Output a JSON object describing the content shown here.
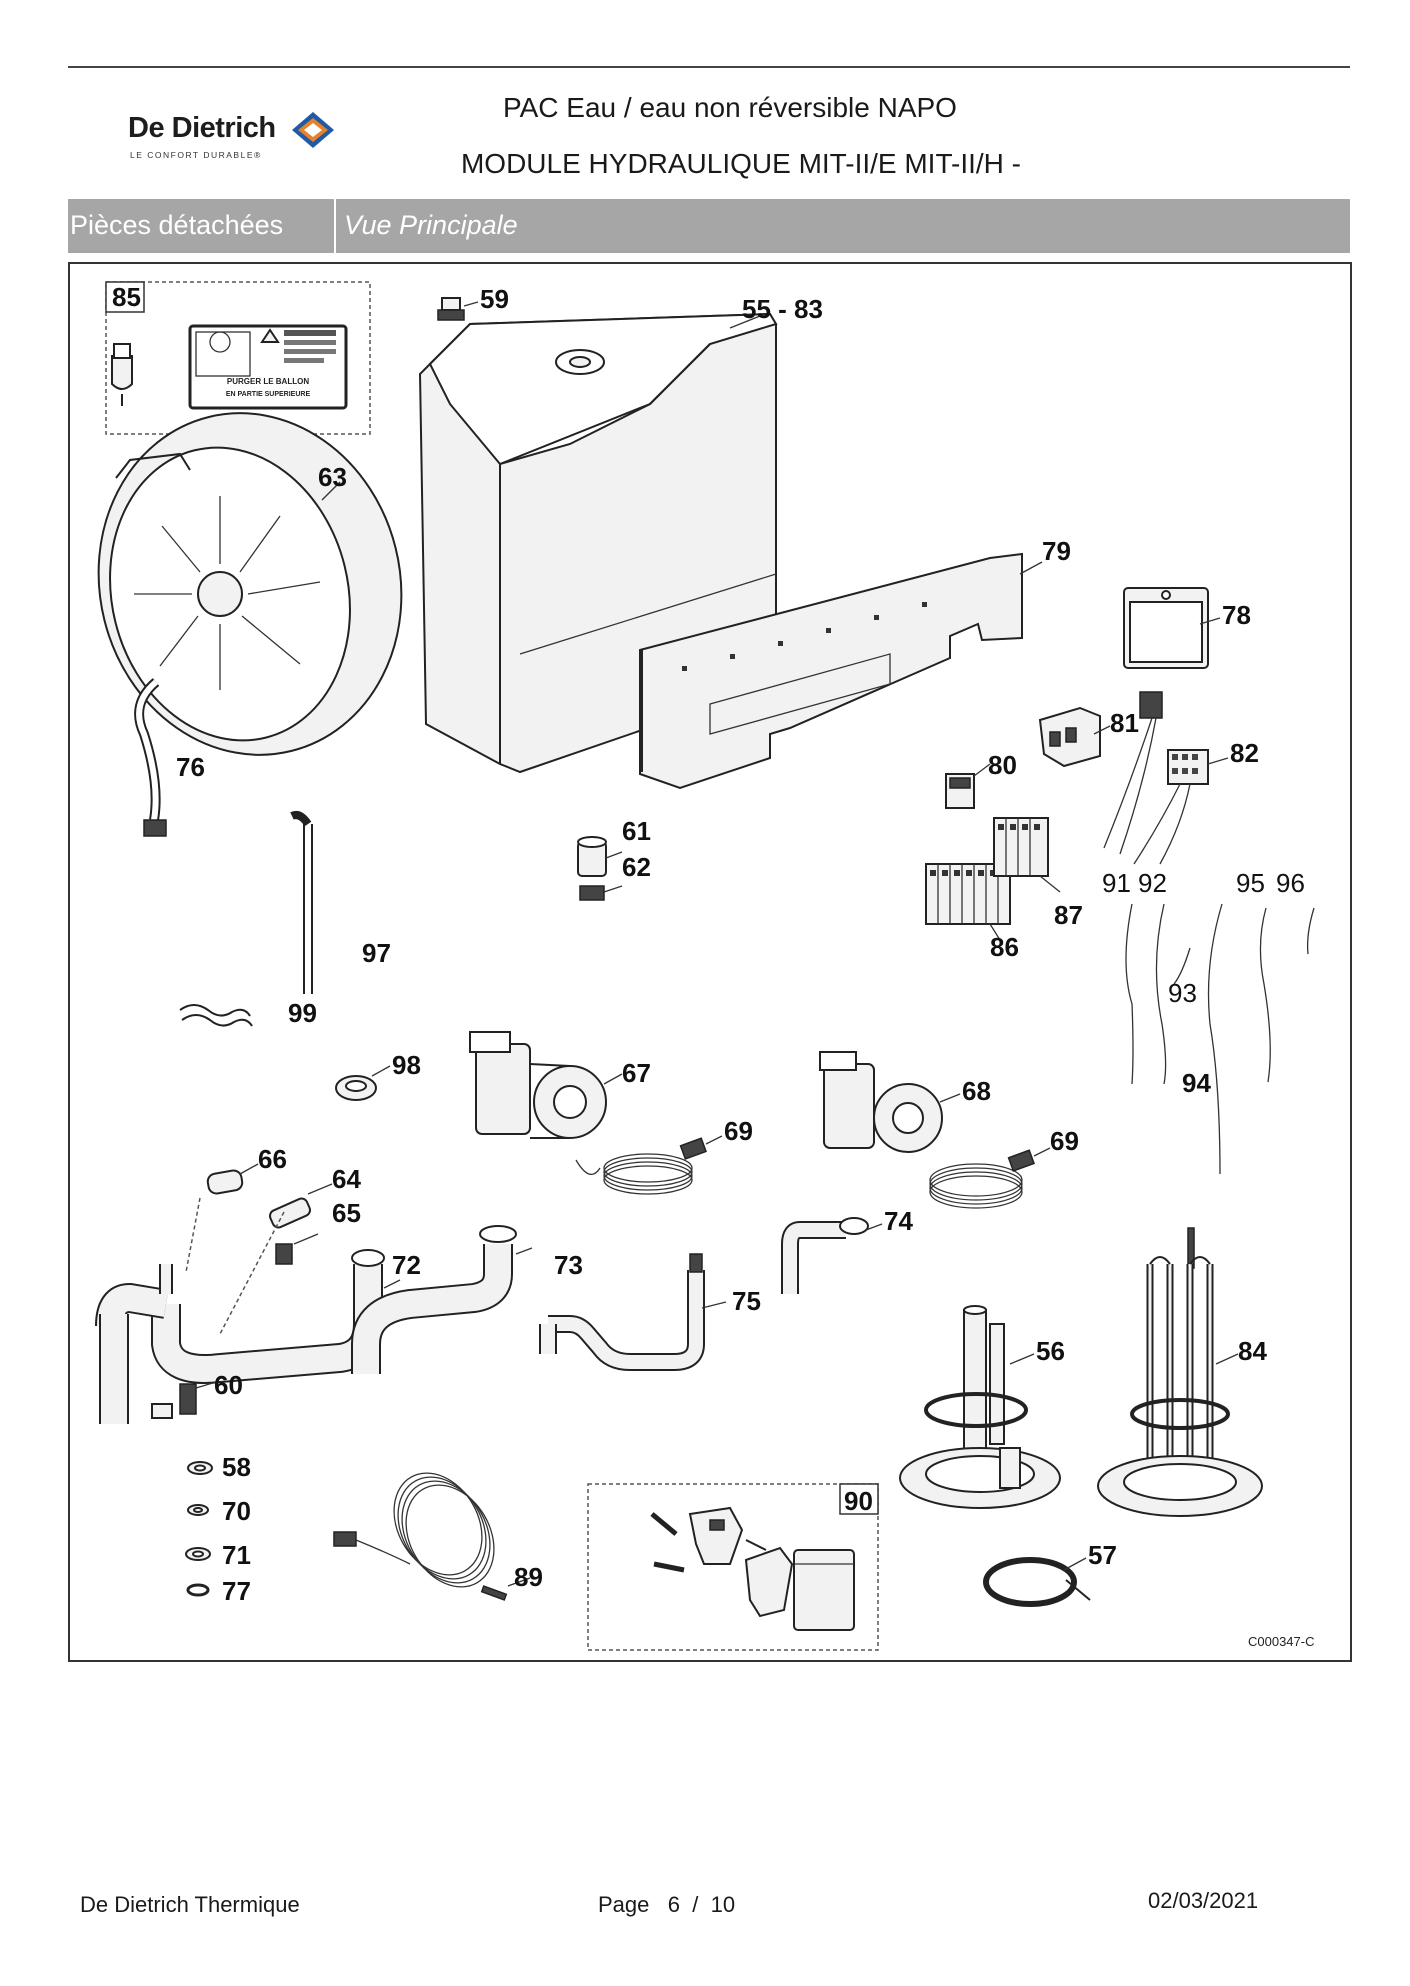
{
  "header": {
    "brand_name": "De Dietrich",
    "brand_tagline": "LE CONFORT DURABLE®",
    "title_line1": "PAC Eau / eau non réversible NAPO",
    "title_line2": "MODULE HYDRAULIQUE MIT-II/E  MIT-II/H -"
  },
  "section": {
    "category": "Pièces détachées",
    "view": "Vue Principale"
  },
  "diagram": {
    "reference": "C000347-C",
    "callouts": [
      "85",
      "59",
      "55 - 83",
      "63",
      "79",
      "78",
      "81",
      "82",
      "76",
      "80",
      "61",
      "62",
      "97",
      "86",
      "87",
      "91",
      "92",
      "95",
      "96",
      "93",
      "99",
      "94",
      "98",
      "67",
      "68",
      "69",
      "69",
      "66",
      "64",
      "65",
      "72",
      "73",
      "74",
      "75",
      "56",
      "84",
      "60",
      "58",
      "70",
      "71",
      "77",
      "90",
      "89",
      "57"
    ],
    "label_text_lines": [
      "PURGER LE BALLON",
      "EN PARTIE SUPERIEURE"
    ]
  },
  "footer": {
    "company": "De Dietrich Thermique",
    "page_label": "Page",
    "page_current": "6",
    "page_sep": "/",
    "page_total": "10",
    "date": "02/03/2021"
  },
  "colors": {
    "section_bar": "#a6a6a6",
    "logo_blue": "#1f5aa6",
    "logo_orange": "#e8812a"
  }
}
